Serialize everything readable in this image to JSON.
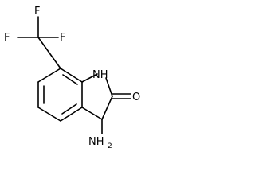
{
  "molecule": {
    "atoms": {
      "f_top": "F",
      "f_left": "F",
      "f_right": "F",
      "nh": "NH",
      "o": "O",
      "nh2_n": "NH",
      "nh2_sub": "2"
    }
  }
}
